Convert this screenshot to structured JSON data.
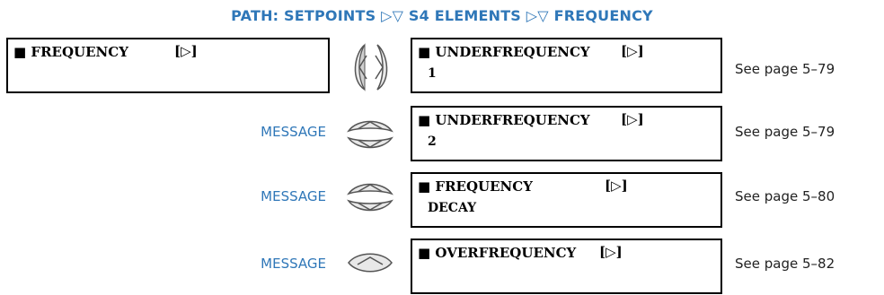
{
  "path": "PATH: SETPOINTS ▷▽ S4 ELEMENTS ▷▽ FREQUENCY",
  "header_box": {
    "square": "■",
    "label": "FREQUENCY",
    "arrow": "[▷]"
  },
  "items": [
    {
      "line1": "UNDERFREQUENCY",
      "arrow": "[▷]",
      "line2": "1",
      "page": "See page 5–79",
      "message": ""
    },
    {
      "line1": "UNDERFREQUENCY",
      "arrow": "[▷]",
      "line2": "2",
      "page": "See page 5–79",
      "message": "MESSAGE"
    },
    {
      "line1": "FREQUENCY",
      "arrow": "[▷]",
      "line2": "DECAY",
      "page": "See page 5–80",
      "message": "MESSAGE"
    },
    {
      "line1": "OVERFREQUENCY",
      "arrow": "[▷]",
      "line2": "",
      "page": "See page 5–82",
      "message": "MESSAGE"
    }
  ],
  "square": "■",
  "icons": [
    "left-right-keys-icon",
    "up-down-keys-icon",
    "up-down-keys-icon",
    "up-key-icon"
  ],
  "colors": {
    "accent": "#2f77b8",
    "icon_fill": "#e8e8e8"
  }
}
